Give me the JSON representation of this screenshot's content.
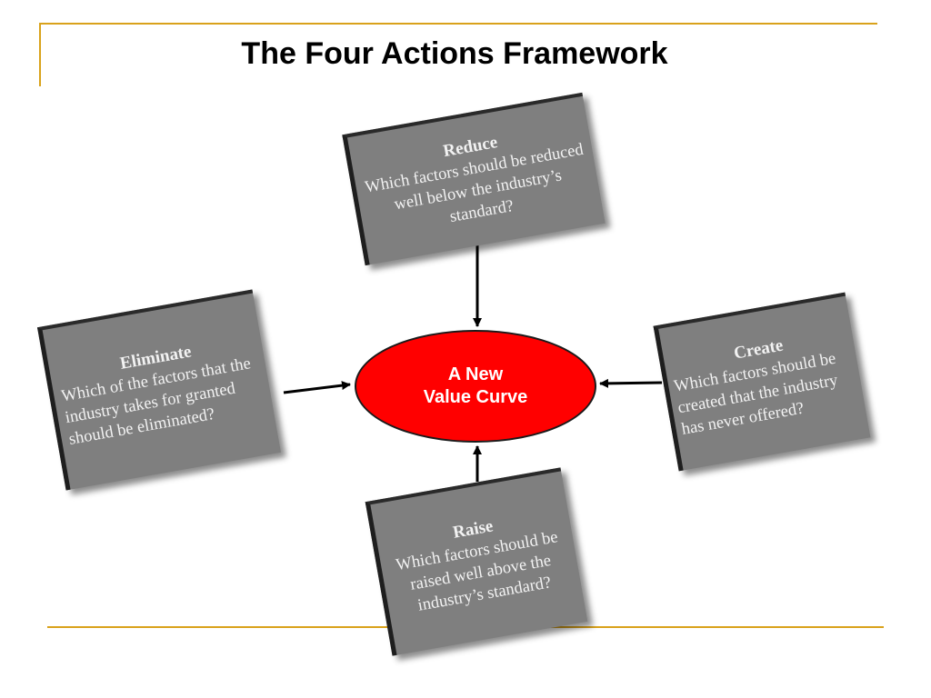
{
  "slide": {
    "title": "The Four Actions Framework"
  },
  "center": {
    "line1": "A New",
    "line2": "Value Curve",
    "color": "#ff0000"
  },
  "actions": {
    "reduce": {
      "heading": "Reduce",
      "text": "Which factors should be reduced well below the industry’s  standard?"
    },
    "eliminate": {
      "heading": "Eliminate",
      "text": "Which of the factors that the industry takes for granted should be eliminated?"
    },
    "create": {
      "heading": "Create",
      "text": "Which factors should be created that the industry has never offered?"
    },
    "raise": {
      "heading": "Raise",
      "text": "Which factors should be raised well above the industry’s standard?"
    }
  },
  "colors": {
    "accent_line": "#d9a21b",
    "card_fill": "#7f7f7f",
    "card_text": "#f2f2f2"
  }
}
